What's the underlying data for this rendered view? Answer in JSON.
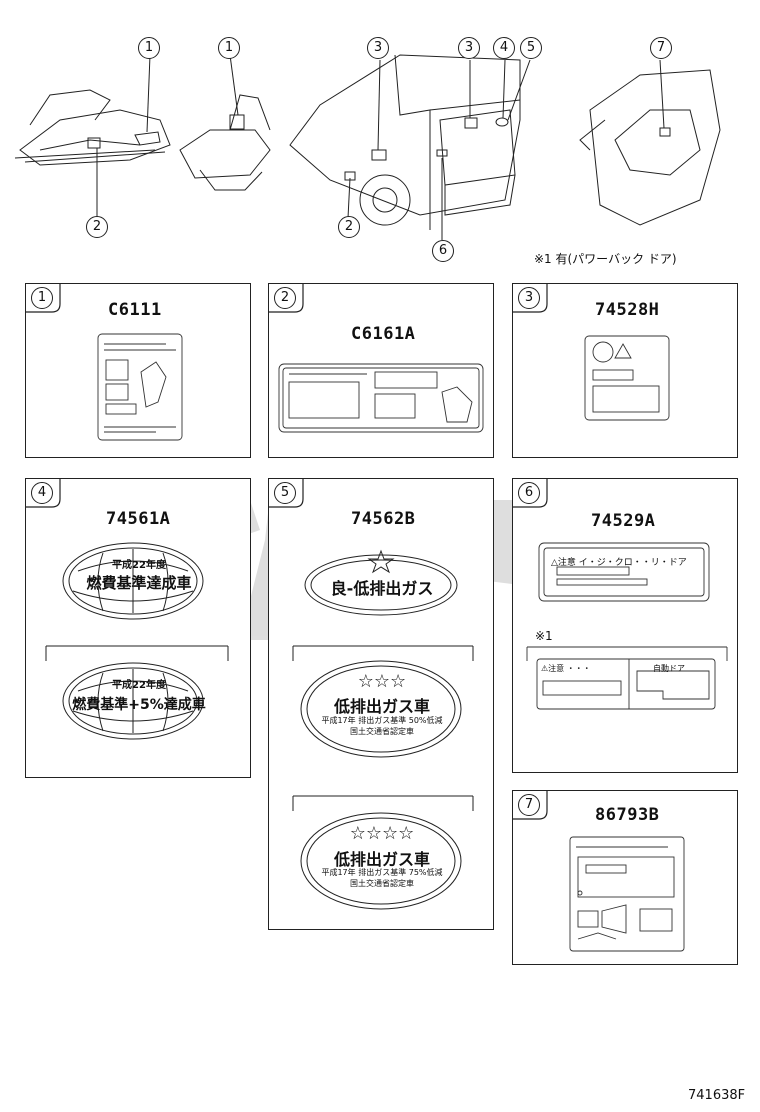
{
  "callouts": [
    "1",
    "1",
    "3",
    "3",
    "4",
    "5",
    "7",
    "2",
    "2",
    "6"
  ],
  "note_top": "※1 有(パワーバック ドア)",
  "panels": {
    "p1": {
      "num": "1",
      "code": "C6111"
    },
    "p2": {
      "num": "2",
      "code": "C6161A"
    },
    "p3": {
      "num": "3",
      "code": "74528H"
    },
    "p4": {
      "num": "4",
      "code": "74561A",
      "top_small": "平成22年度",
      "top_main": "燃費基準達成車",
      "bottom_small": "平成22年度",
      "bottom_main": "燃費基準+5%達成車"
    },
    "p5": {
      "num": "5",
      "code": "74562B",
      "label_a": "良-低排出ガス",
      "label_b_stars": "☆☆☆",
      "label_b": "低排出ガス車",
      "label_b_sub1": "平成17年 排出ガス基準 50%低減",
      "label_b_sub2": "国土交通省認定車",
      "label_c_stars": "☆☆☆☆",
      "label_c": "低排出ガス車",
      "label_c_sub1": "平成17年 排出ガス基準 75%低減",
      "label_c_sub2": "国土交通省認定車"
    },
    "p6": {
      "num": "6",
      "code": "74529A",
      "label_text": "△注意 イ・ジ・クロ・・リ・ドア",
      "note": "※1",
      "small_left": "⚠注意 ・・・",
      "small_right": "自動ドア"
    },
    "p7": {
      "num": "7",
      "code": "86793B"
    }
  },
  "diagram_id": "741638F",
  "colors": {
    "line": "#222222",
    "watermark": "#cfcfcf"
  }
}
